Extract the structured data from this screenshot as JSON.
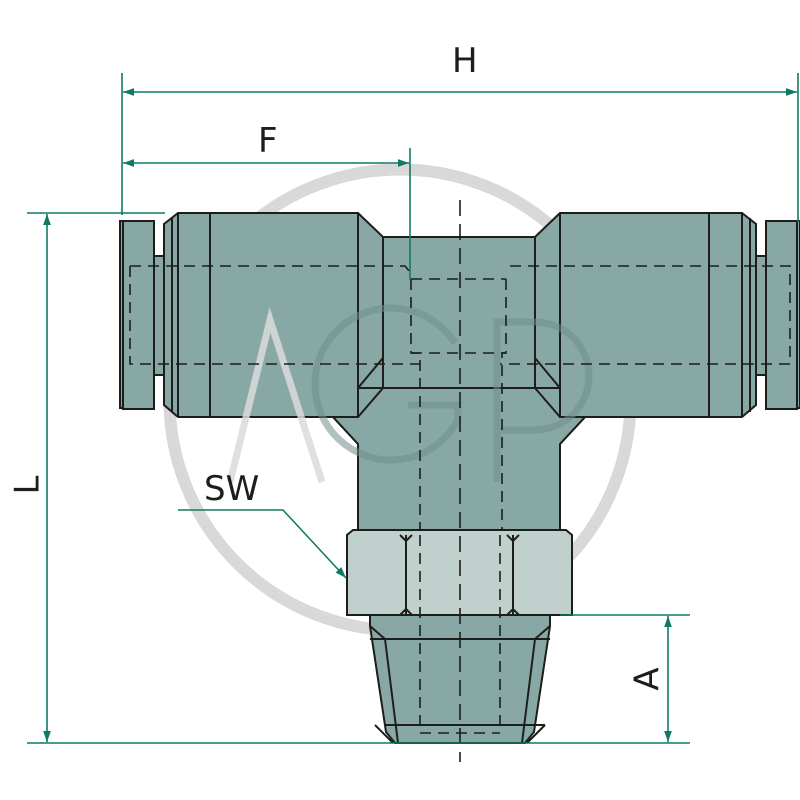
{
  "drawing": {
    "title": "T-fitting push-in connector with male taper thread",
    "watermark": "AGP",
    "colors": {
      "body": "#88a8a5",
      "hex_nut": "#c0d0cc",
      "outline": "#1d1d1b",
      "dimension": "#0f7a64",
      "watermark": "#d6d6d6",
      "background": "#ffffff"
    }
  },
  "dimensions": {
    "H": {
      "label": "H",
      "description": "overall width"
    },
    "F": {
      "label": "F",
      "description": "port end to centre axis"
    },
    "L": {
      "label": "L",
      "description": "overall height"
    },
    "SW": {
      "label": "SW",
      "description": "wrench size across flats"
    },
    "A": {
      "label": "A",
      "description": "thread length"
    }
  }
}
